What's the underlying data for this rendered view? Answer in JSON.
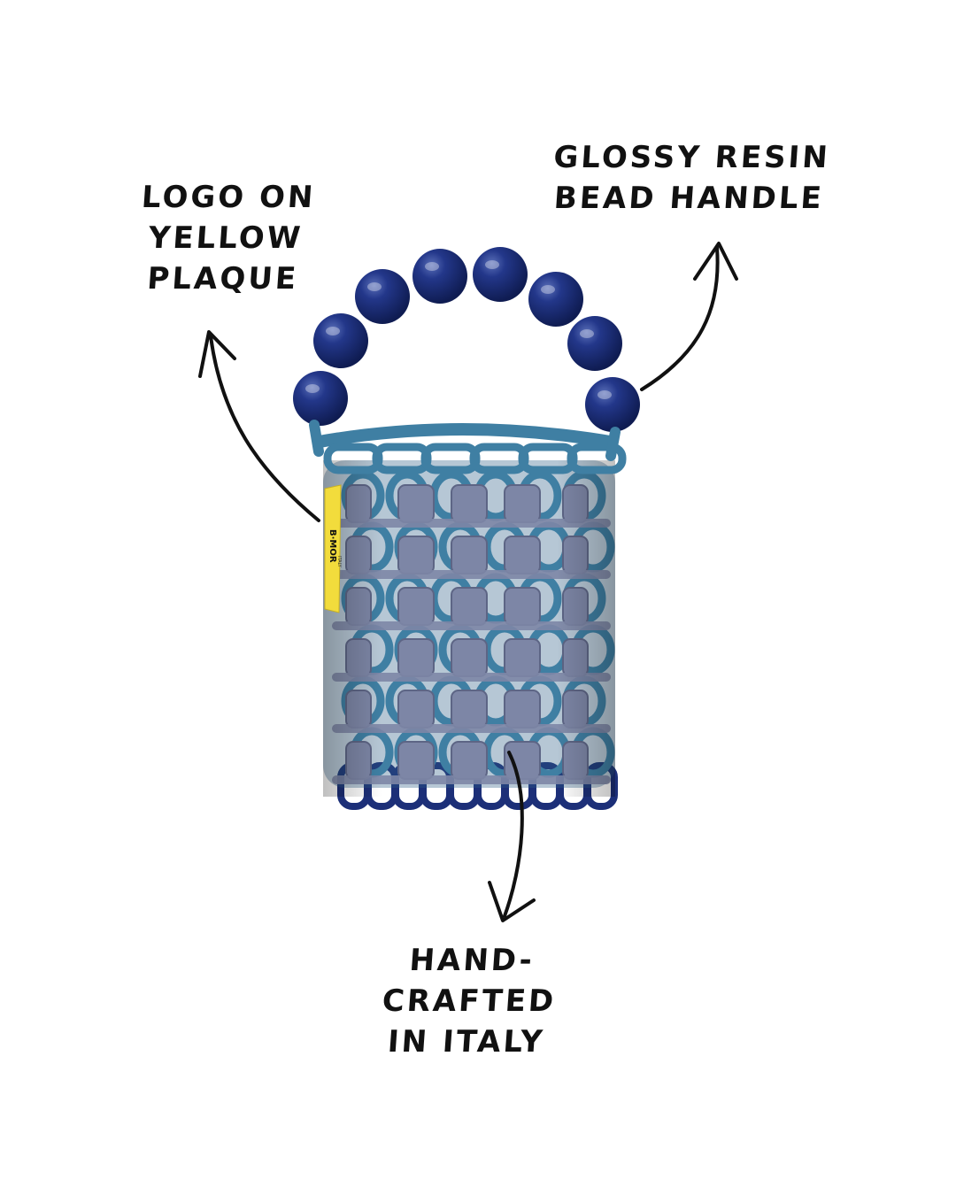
{
  "annotations": {
    "logo": [
      "Logo on",
      "yellow",
      "plaque"
    ],
    "handle": [
      "Glossy resin",
      "bead handle"
    ],
    "crafted": [
      "Hand-",
      "crafted",
      "in Italy"
    ]
  },
  "plaque": {
    "brand": "B·MOR",
    "sub": "ITALY"
  },
  "colors": {
    "bead": "#1c2f78",
    "chain_teal": "#3f7fa3",
    "link_grey": "#7d86a6",
    "plaque_yellow": "#f2dc3c",
    "ink": "#111111"
  }
}
